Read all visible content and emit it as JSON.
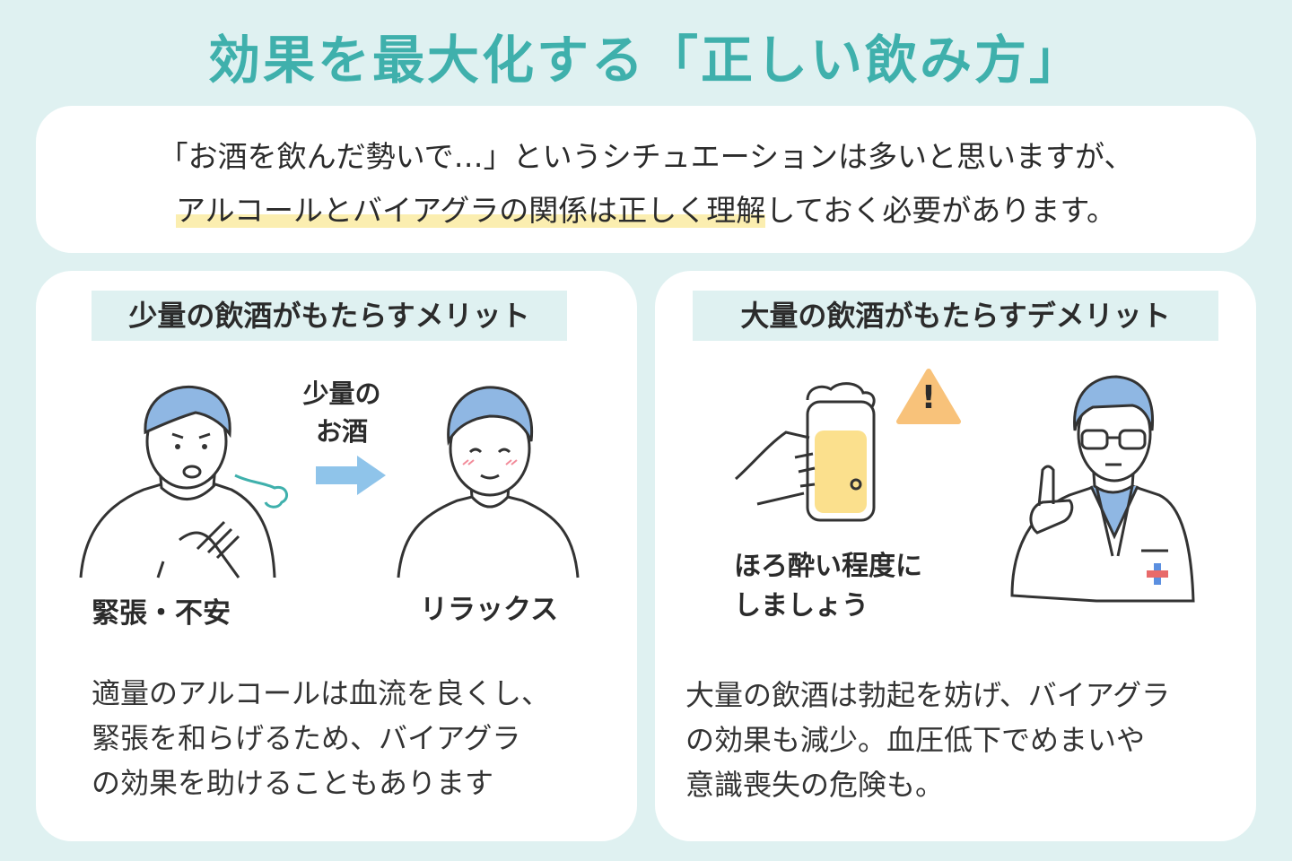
{
  "title": "効果を最大化する「正しい飲み方」",
  "intro": {
    "line1": "「お酒を飲んだ勢いで…」というシチュエーションは多いと思いますが、",
    "line2_highlight": "アルコールとバイアグラの関係は正しく理解",
    "line2_rest": "しておく必要があります。"
  },
  "left_card": {
    "heading": "少量の飲酒がもたらすメリット",
    "arrow_label_1": "少量の",
    "arrow_label_2": "お酒",
    "before_label": "緊張・不安",
    "after_label": "リラックス",
    "desc": [
      "適量のアルコールは血流を良くし、",
      "緊張を和らげるため、バイアグラ",
      "の効果を助けることもあります"
    ]
  },
  "right_card": {
    "heading": "大量の飲酒がもたらすデメリット",
    "warning_mark": "!",
    "beer_label_1": "ほろ酔い程度に",
    "beer_label_2": "しましょう",
    "desc": [
      "大量の飲酒は勃起を妨げ、バイアグラ",
      "の効果も減少。血圧低下でめまいや",
      "意識喪失の危険も。"
    ]
  },
  "colors": {
    "accent": "#3fb0ac",
    "background": "#dff1f1",
    "hair": "#8fb7e3",
    "arrow": "#8fc4ea",
    "highlight": "#fbeeb0",
    "warning": "#f8c27a",
    "beer": "#fbe08d"
  }
}
